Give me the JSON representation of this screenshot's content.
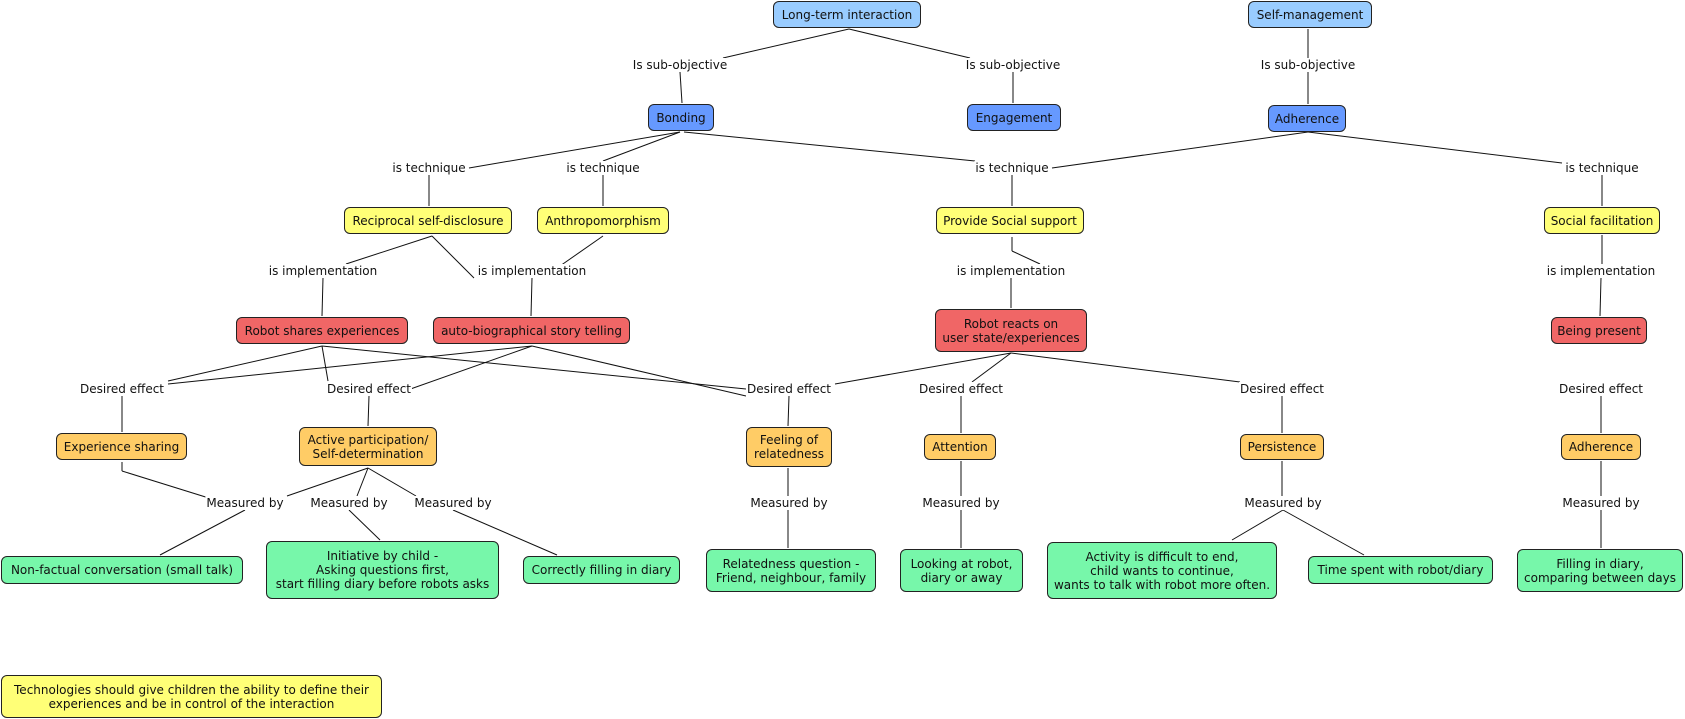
{
  "colors": {
    "goal": "#99ccff",
    "objective": "#6699ff",
    "technique": "#ffff77",
    "implementation": "#f06666",
    "effect": "#ffcc66",
    "measure": "#77f7aa"
  },
  "nodes": [
    {
      "id": "long_term",
      "text": "Long-term interaction",
      "kind": "goal"
    },
    {
      "id": "self_mgmt",
      "text": "Self-management",
      "kind": "goal"
    },
    {
      "id": "bonding",
      "text": "Bonding",
      "kind": "objective"
    },
    {
      "id": "engagement",
      "text": "Engagement",
      "kind": "objective"
    },
    {
      "id": "adherence_obj",
      "text": "Adherence",
      "kind": "objective"
    },
    {
      "id": "reciprocal",
      "text": "Reciprocal self-disclosure",
      "kind": "technique"
    },
    {
      "id": "anthropo",
      "text": "Anthropomorphism",
      "kind": "technique"
    },
    {
      "id": "social_support",
      "text": "Provide Social support",
      "kind": "technique"
    },
    {
      "id": "social_fac",
      "text": "Social facilitation",
      "kind": "technique"
    },
    {
      "id": "robot_shares",
      "text": "Robot shares experiences",
      "kind": "implementation"
    },
    {
      "id": "autobio",
      "text": "auto-biographical story telling",
      "kind": "implementation"
    },
    {
      "id": "robot_reacts",
      "text": "Robot reacts on\nuser state/experiences",
      "kind": "implementation"
    },
    {
      "id": "being_present",
      "text": "Being present",
      "kind": "implementation"
    },
    {
      "id": "exp_sharing",
      "text": "Experience sharing",
      "kind": "effect"
    },
    {
      "id": "active_part",
      "text": "Active participation/\nSelf-determination",
      "kind": "effect"
    },
    {
      "id": "relatedness",
      "text": "Feeling of\nrelatedness",
      "kind": "effect"
    },
    {
      "id": "attention",
      "text": "Attention",
      "kind": "effect"
    },
    {
      "id": "persistence",
      "text": "Persistence",
      "kind": "effect"
    },
    {
      "id": "adherence_eff",
      "text": "Adherence",
      "kind": "effect"
    },
    {
      "id": "small_talk",
      "text": "Non-factual conversation (small talk)",
      "kind": "measure"
    },
    {
      "id": "initiative",
      "text": "Initiative by child -\nAsking questions first,\nstart filling diary before robots asks",
      "kind": "measure"
    },
    {
      "id": "correct_diary",
      "text": "Correctly filling in diary",
      "kind": "measure"
    },
    {
      "id": "relatedness_q",
      "text": "Relatedness question -\nFriend, neighbour, family",
      "kind": "measure"
    },
    {
      "id": "looking",
      "text": "Looking at robot,\ndiary or away",
      "kind": "measure"
    },
    {
      "id": "activity_end",
      "text": "Activity is difficult to end,\nchild wants to continue,\nwants to talk with robot more often.",
      "kind": "measure"
    },
    {
      "id": "time_spent",
      "text": "Time spent with robot/diary",
      "kind": "measure"
    },
    {
      "id": "filling_diary",
      "text": "Filling in diary,\ncomparing between days",
      "kind": "measure"
    },
    {
      "id": "note",
      "text": "Technologies should give children the ability  to define their\nexperiences and be in control of the interaction",
      "kind": "technique"
    }
  ],
  "link_labels": [
    {
      "id": "l_sub1",
      "text": "Is sub-objective"
    },
    {
      "id": "l_sub2",
      "text": "Is sub-objective"
    },
    {
      "id": "l_sub3",
      "text": "Is sub-objective"
    },
    {
      "id": "l_tech1",
      "text": "is technique"
    },
    {
      "id": "l_tech2",
      "text": "is technique"
    },
    {
      "id": "l_tech3",
      "text": "is technique"
    },
    {
      "id": "l_tech4",
      "text": "is technique"
    },
    {
      "id": "l_impl1",
      "text": "is implementation"
    },
    {
      "id": "l_impl2",
      "text": "is implementation"
    },
    {
      "id": "l_impl3",
      "text": "is implementation"
    },
    {
      "id": "l_impl4",
      "text": "is implementation"
    },
    {
      "id": "l_eff1",
      "text": "Desired effect"
    },
    {
      "id": "l_eff2",
      "text": "Desired effect"
    },
    {
      "id": "l_eff3",
      "text": "Desired effect"
    },
    {
      "id": "l_eff4",
      "text": "Desired effect"
    },
    {
      "id": "l_eff5",
      "text": "Desired effect"
    },
    {
      "id": "l_eff6",
      "text": "Desired effect"
    },
    {
      "id": "l_meas1",
      "text": "Measured by"
    },
    {
      "id": "l_meas2",
      "text": "Measured by"
    },
    {
      "id": "l_meas3",
      "text": "Measured by"
    },
    {
      "id": "l_meas4",
      "text": "Measured by"
    },
    {
      "id": "l_meas5",
      "text": "Measured by"
    },
    {
      "id": "l_meas6",
      "text": "Measured by"
    },
    {
      "id": "l_meas7",
      "text": "Measured by"
    }
  ]
}
